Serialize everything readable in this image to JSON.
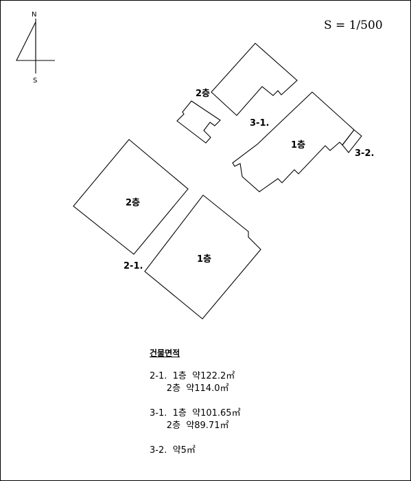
{
  "compass": {
    "north": "N",
    "south": "S"
  },
  "scale": "S = 1/500",
  "labels": {
    "b3_floor2": "2층",
    "b3_id": "3-1.",
    "b3_floor1": "1층",
    "b3_annex": "3-2.",
    "b2_floor2": "2층",
    "b2_id": "2-1.",
    "b2_floor1": "1층"
  },
  "area_table": {
    "title": "건물면적",
    "groups": [
      {
        "rows": [
          "2-1.  1층  약122.2㎡",
          "      2층  약114.0㎡"
        ]
      },
      {
        "rows": [
          "3-1.  1층  약101.65㎡",
          "      2층  약89.71㎡"
        ]
      },
      {
        "rows": [
          "3-2.  약5㎡"
        ]
      }
    ]
  }
}
